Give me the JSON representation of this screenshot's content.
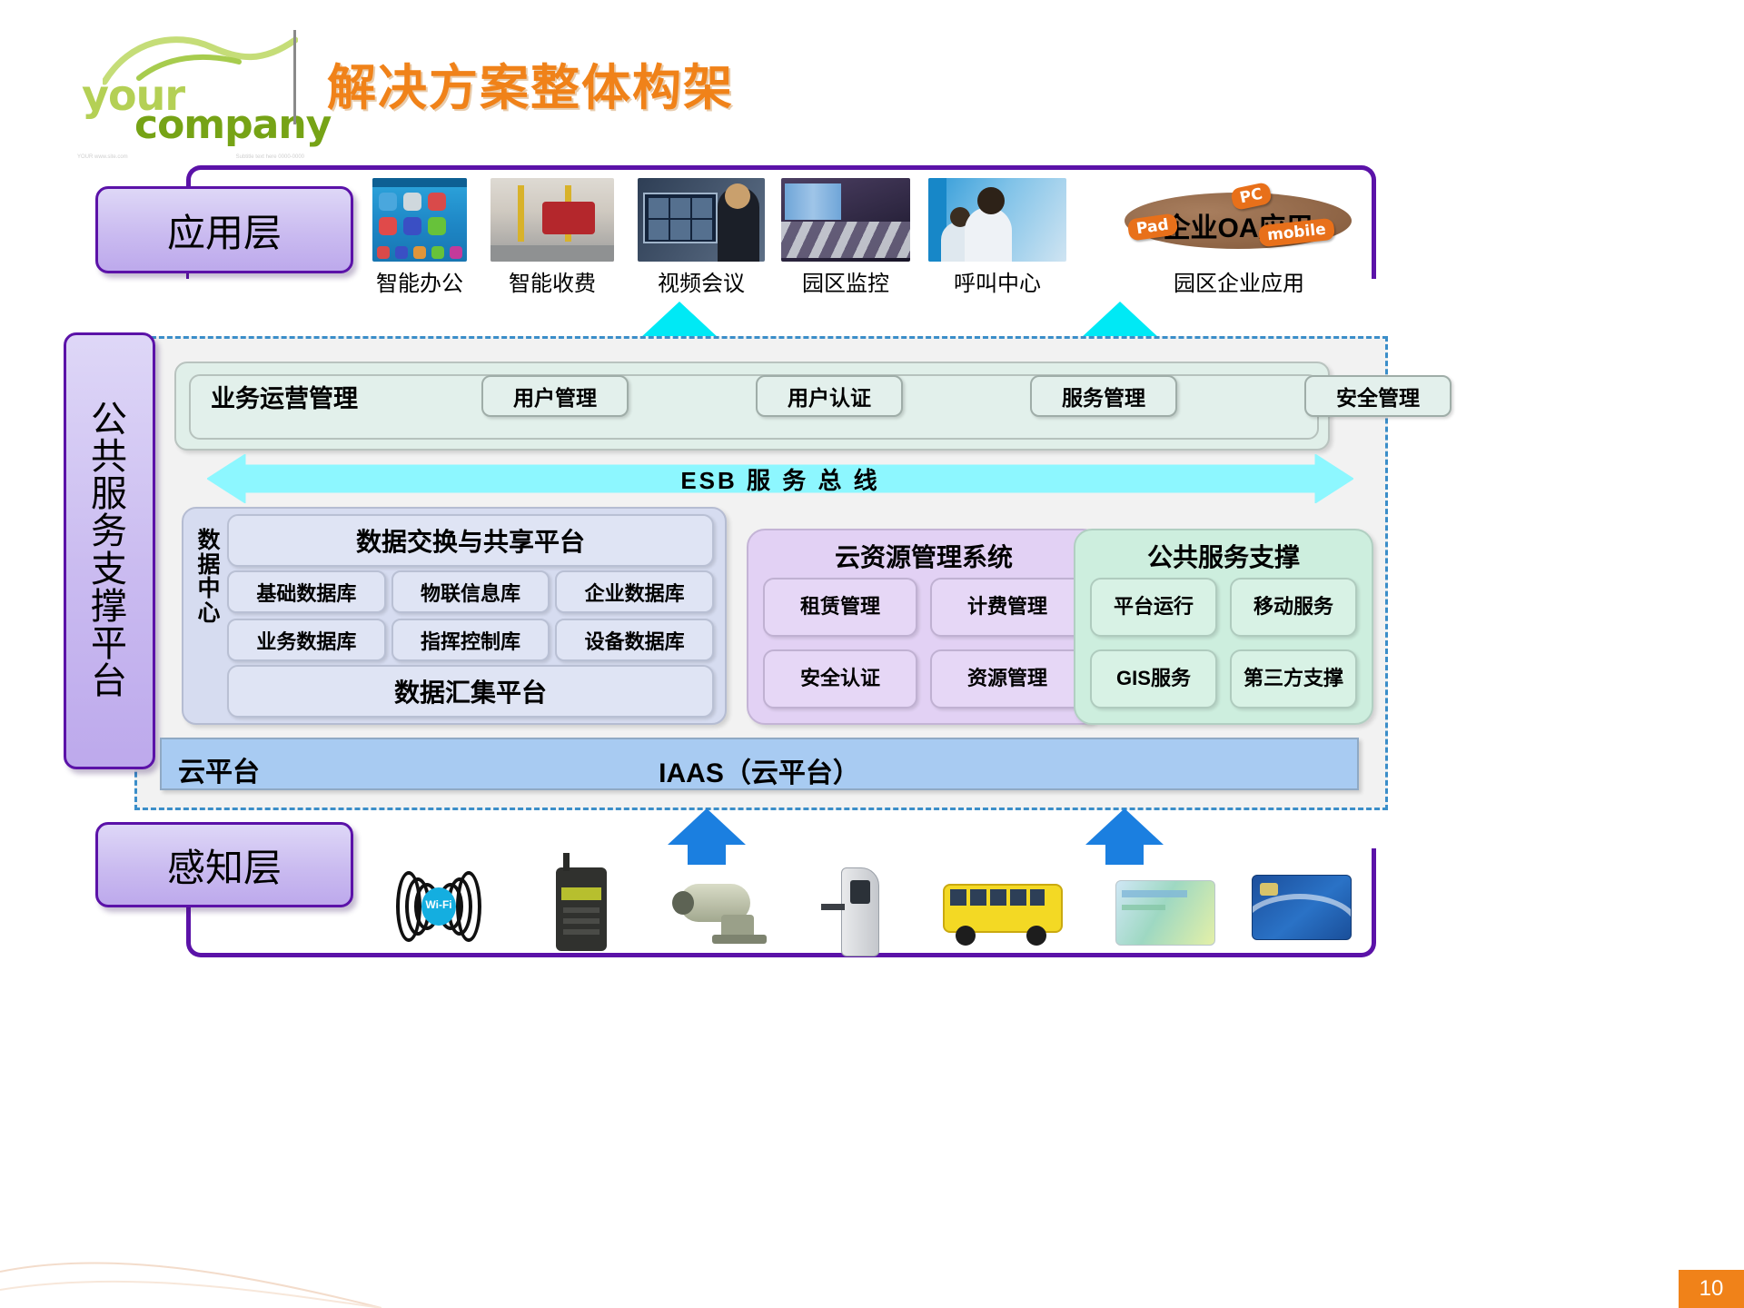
{
  "header": {
    "logo_line1": "your",
    "logo_line2": "company",
    "logo_fine_left": "YOUR www.site.com",
    "logo_fine_right": "Subtitle text here 0000-0000",
    "title": "解决方案整体构架"
  },
  "application_layer": {
    "tag": "应用层",
    "items": [
      {
        "caption": "智能办公",
        "icon": "smartphone-apps-thumbnail"
      },
      {
        "caption": "智能收费",
        "icon": "toll-gate-thumbnail"
      },
      {
        "caption": "视频会议",
        "icon": "video-conference-thumbnail"
      },
      {
        "caption": "园区监控",
        "icon": "control-room-thumbnail"
      },
      {
        "caption": "呼叫中心",
        "icon": "call-center-thumbnail"
      },
      {
        "caption": "园区企业应用",
        "icon": "enterprise-oa-ellipse"
      }
    ],
    "oa": {
      "label": "企业OA应用",
      "chips": [
        "PC",
        "Pad",
        "mobile"
      ]
    }
  },
  "support_platform": {
    "tag": "公共服务支撑平台",
    "tag_chars": [
      "公",
      "共",
      "服",
      "务",
      "支",
      "撑",
      "平",
      "台"
    ],
    "operations": {
      "title": "业务运营管理",
      "pills": [
        "用户管理",
        "用户认证",
        "服务管理",
        "安全管理"
      ]
    },
    "esb": {
      "label": "ESB  服  务  总  线",
      "color": "#8ef6ff"
    },
    "data_center": {
      "label": "数据中心",
      "label_chars": [
        "数",
        "据",
        "中",
        "心"
      ],
      "top_platform": "数据交换与共享平台",
      "bottom_platform": "数据汇集平台",
      "databases": [
        "基础数据库",
        "物联信息库",
        "企业数据库",
        "业务数据库",
        "指挥控制库",
        "设备数据库"
      ]
    },
    "cloud_resource": {
      "title": "云资源管理系统",
      "items": [
        "租赁管理",
        "计费管理",
        "安全认证",
        "资源管理"
      ]
    },
    "public_service": {
      "title": "公共服务支撑",
      "items": [
        "平台运行",
        "移动服务",
        "GIS服务",
        "第三方支撑"
      ]
    },
    "cloud_bar": {
      "left_label": "云平台",
      "center_label": "IAAS（云平台）"
    }
  },
  "perception_layer": {
    "tag": "感知层",
    "items": [
      {
        "name": "wifi-access-point"
      },
      {
        "name": "walkie-talkie"
      },
      {
        "name": "surveillance-camera"
      },
      {
        "name": "access-control-gate"
      },
      {
        "name": "shuttle-bus"
      },
      {
        "name": "ic-card-green"
      },
      {
        "name": "ic-card-blue"
      }
    ],
    "wifi_label": "Wi-Fi"
  },
  "footer": {
    "page_number": "10"
  },
  "colors": {
    "title_orange": "#f08219",
    "purple_border": "#5b12a8",
    "cyan_arrow": "#00e5f0",
    "blue_arrow": "#1b7fe0",
    "platform_dash": "#3b8ec9"
  }
}
